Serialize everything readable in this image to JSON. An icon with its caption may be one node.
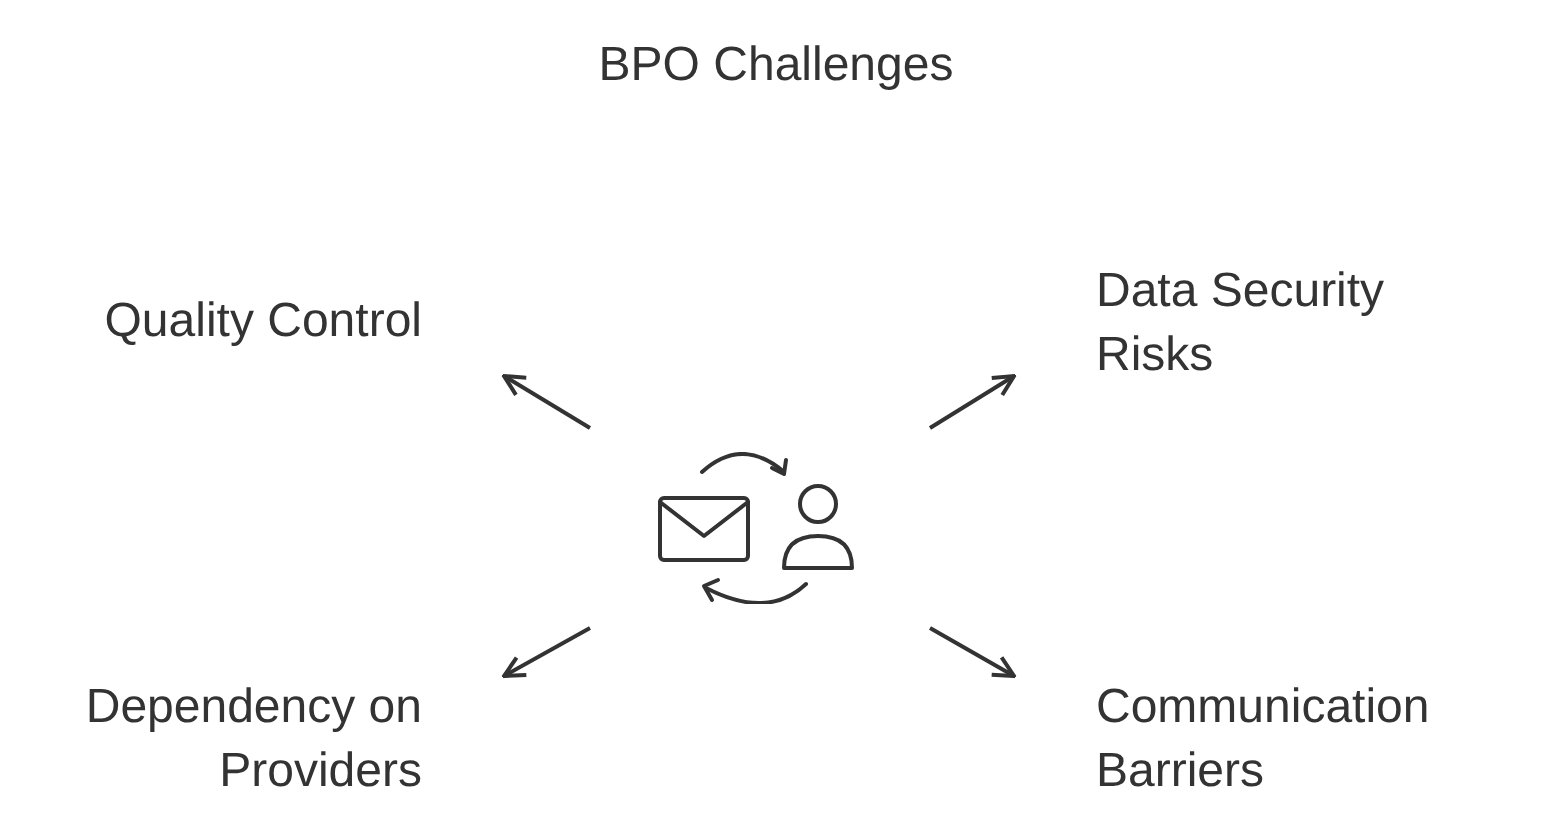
{
  "diagram": {
    "title": "BPO Challenges",
    "nodes": [
      {
        "text": [],
        "shape": "picture"
      },
      {
        "text": [
          "Quality Control"
        ]
      },
      {
        "text": [
          "Data Security Risks"
        ]
      },
      {
        "text": [
          "Dependency on Providers"
        ]
      },
      {
        "text": [
          "Communication Barriers"
        ]
      }
    ],
    "edges": [
      {
        "from": 0,
        "to": 1,
        "arrow": "to"
      },
      {
        "from": 0,
        "to": 2,
        "arrow": "to"
      },
      {
        "from": 0,
        "to": 3,
        "arrow": "to"
      },
      {
        "from": 0,
        "to": 4,
        "arrow": "to"
      }
    ]
  }
}
